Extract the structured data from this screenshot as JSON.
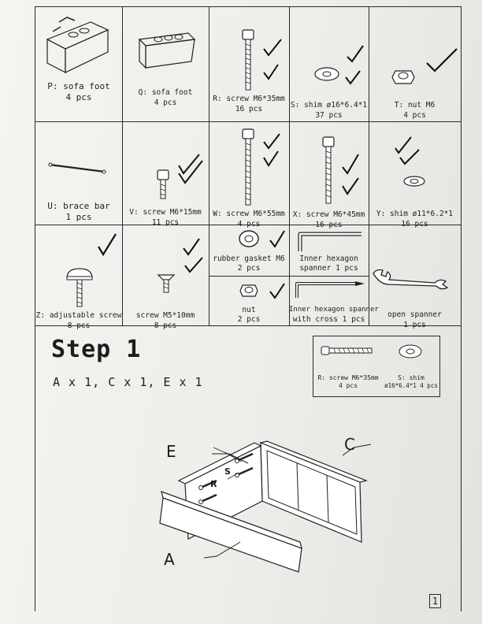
{
  "parts": [
    {
      "id": "P",
      "label": "P: sofa foot",
      "qty": "4 pcs"
    },
    {
      "id": "Q",
      "label": "Q: sofa foot",
      "qty": "4 pcs"
    },
    {
      "id": "R",
      "label": "R: screw M6*35mm",
      "qty": "16 pcs"
    },
    {
      "id": "S",
      "label": "S: shim ø16*6.4*1",
      "qty": "37 pcs"
    },
    {
      "id": "T",
      "label": "T: nut M6",
      "qty": "4 pcs"
    },
    {
      "id": "U",
      "label": "U: brace bar",
      "qty": "1 pcs"
    },
    {
      "id": "V",
      "label": "V: screw M6*15mm",
      "qty": "11 pcs"
    },
    {
      "id": "W",
      "label": "W: screw M6*55mm",
      "qty": "4 pcs"
    },
    {
      "id": "X",
      "label": "X: screw M6*45mm",
      "qty": "16 pcs"
    },
    {
      "id": "Y",
      "label": "Y: shim ø11*6.2*1",
      "qty": "16 pcs"
    },
    {
      "id": "Z",
      "label": "Z: adjustable screw",
      "qty": "8 pcs"
    },
    {
      "id": "M5",
      "label": "screw M5*10mm",
      "qty": "8 pcs"
    },
    {
      "id": "gasket",
      "label": "rubber gasket M6",
      "qty": "2 pcs"
    },
    {
      "id": "hex",
      "label": "Inner hexagon",
      "label2": "spanner 1 pcs"
    },
    {
      "id": "nut",
      "label": "nut",
      "qty": "2 pcs"
    },
    {
      "id": "hexcross",
      "label": "Inner hexagon spanner",
      "label2": "with cross 1 pcs"
    },
    {
      "id": "open",
      "label": "open spanner",
      "qty": "1 pcs"
    }
  ],
  "step": {
    "title": "Step 1",
    "parts_line": "A x 1, C x 1, E x 1",
    "box_r_label": "R: screw M6*35mm",
    "box_r_qty": "4 pcs",
    "box_s_label": "S: shim",
    "box_s_qty": "ø16*6.4*1 4 pcs"
  },
  "diagram": {
    "label_e": "E",
    "label_c": "C",
    "label_a": "A",
    "label_s": "S",
    "label_r": "R"
  },
  "page_number": "1"
}
